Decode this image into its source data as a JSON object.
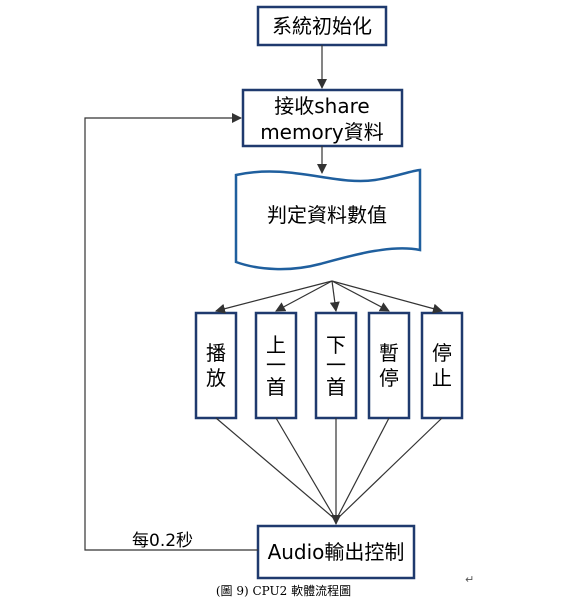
{
  "flowchart": {
    "init": "系統初始化",
    "receive": [
      "接收share",
      "memory資料"
    ],
    "judge": "判定資料數值",
    "actions": [
      {
        "id": "play",
        "chars": [
          "播",
          "放"
        ]
      },
      {
        "id": "prev",
        "chars": [
          "上",
          "一",
          "首"
        ]
      },
      {
        "id": "next",
        "chars": [
          "下",
          "一",
          "首"
        ]
      },
      {
        "id": "pause",
        "chars": [
          "暫",
          "停"
        ]
      },
      {
        "id": "stop",
        "chars": [
          "停",
          "止"
        ]
      }
    ],
    "audio": "Audio輸出控制",
    "loop_label": "每0.2秒"
  },
  "caption": "(圖 9) CPU2 軟體流程圖",
  "return_mark": "↵",
  "colors": {
    "box_border": "#1f3a6e",
    "line": "#333333"
  }
}
